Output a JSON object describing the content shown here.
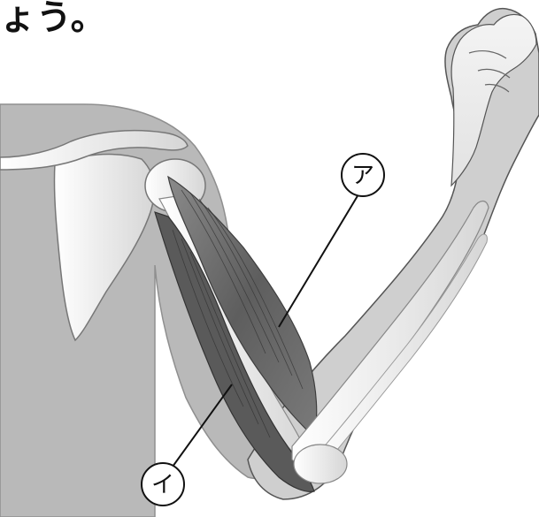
{
  "heading": {
    "text": "ょう。"
  },
  "labels": {
    "a": "ア",
    "i": "イ"
  },
  "colors": {
    "body_silhouette": "#b9b9b9",
    "bone": "#ececec",
    "muscle": "#6e6e6e",
    "skin_outline": "#444444",
    "background": "#ffffff"
  }
}
